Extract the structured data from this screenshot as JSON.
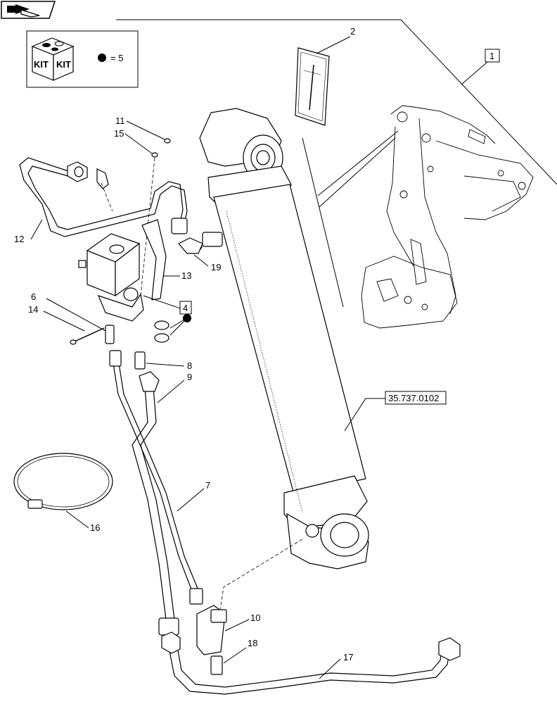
{
  "kit_box": {
    "label_left": "KIT",
    "label_right": "KIT",
    "legend": "= 5"
  },
  "callouts": {
    "c1": "1",
    "c2": "2",
    "c4": "4",
    "c6": "6",
    "c7": "7",
    "c8": "8",
    "c9": "9",
    "c10": "10",
    "c11": "11",
    "c12": "12",
    "c13": "13",
    "c14": "14",
    "c15": "15",
    "c16": "16",
    "c17": "17",
    "c18": "18",
    "c19": "19",
    "ref": "35.737.0102"
  }
}
